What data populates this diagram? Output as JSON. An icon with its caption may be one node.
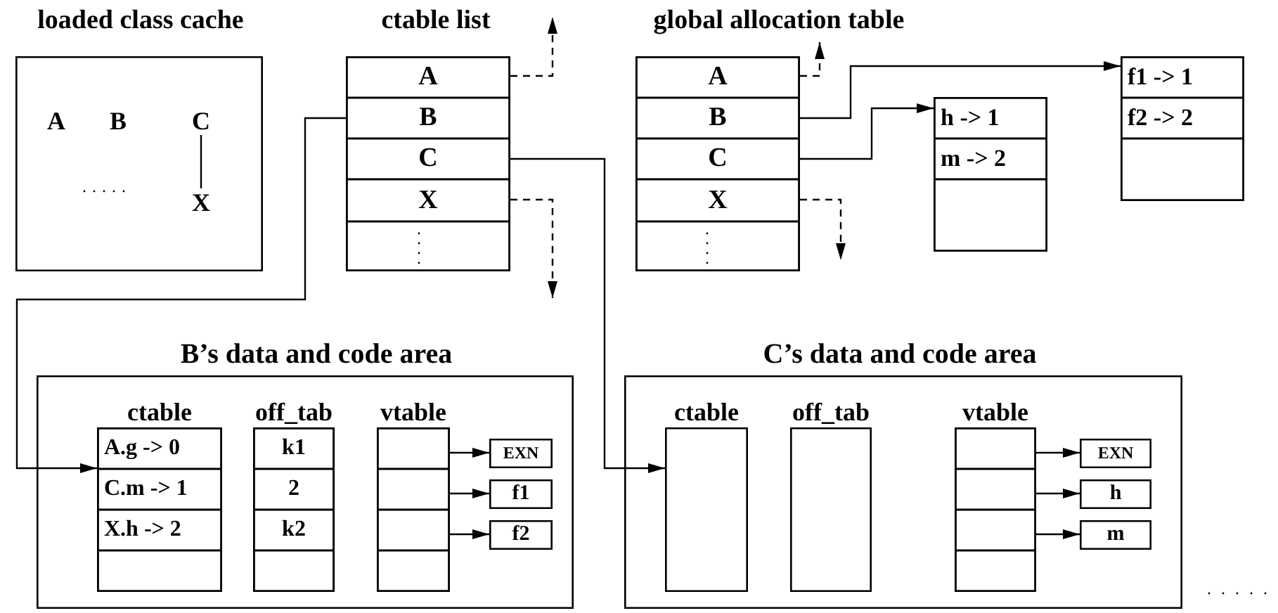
{
  "diagram": {
    "nodes": [
      {
        "text": [
          "loaded class cache"
        ]
      },
      {
        "text": [
          "A"
        ],
        "in": 0
      },
      {
        "text": [
          "B"
        ],
        "in": 0
      },
      {
        "text": [
          "C"
        ],
        "in": 0
      },
      {
        "text": [
          "X"
        ],
        "in": 0
      },
      {
        "text": [
          "ctable list"
        ]
      },
      {
        "text": [
          "A"
        ],
        "in": 5
      },
      {
        "text": [
          "B"
        ],
        "in": 5
      },
      {
        "text": [
          "C"
        ],
        "in": 5
      },
      {
        "text": [
          "X"
        ],
        "in": 5
      },
      {
        "text": [],
        "shape": "box",
        "in": 5
      },
      {
        "text": [
          "global allocation table"
        ]
      },
      {
        "text": [
          "A"
        ],
        "in": 11
      },
      {
        "text": [
          "B"
        ],
        "in": 11
      },
      {
        "text": [
          "C"
        ],
        "in": 11
      },
      {
        "text": [
          "X"
        ],
        "in": 11
      },
      {
        "text": [],
        "shape": "box",
        "in": 11
      },
      {
        "text": [],
        "shape": "box"
      },
      {
        "text": [
          "h -> 1"
        ],
        "in": 17
      },
      {
        "text": [
          "m -> 2"
        ],
        "in": 17
      },
      {
        "text": [],
        "shape": "box",
        "in": 17
      },
      {
        "text": [],
        "shape": "box"
      },
      {
        "text": [
          "f1 -> 1"
        ],
        "in": 21
      },
      {
        "text": [
          "f2 -> 2"
        ],
        "in": 21
      },
      {
        "text": [],
        "shape": "box",
        "in": 21
      },
      {
        "text": [
          "B’s data and code area"
        ]
      },
      {
        "text": [
          "ctable"
        ],
        "in": 25
      },
      {
        "text": [
          "A.g -> 0"
        ],
        "in": 26
      },
      {
        "text": [
          "C.m -> 1"
        ],
        "in": 26
      },
      {
        "text": [
          "X.h -> 2"
        ],
        "in": 26
      },
      {
        "text": [],
        "shape": "box",
        "in": 26
      },
      {
        "text": [
          "off_tab"
        ],
        "in": 25
      },
      {
        "text": [
          "k1"
        ],
        "in": 31
      },
      {
        "text": [
          "2"
        ],
        "in": 31
      },
      {
        "text": [
          "k2"
        ],
        "in": 31
      },
      {
        "text": [],
        "shape": "box",
        "in": 31
      },
      {
        "text": [
          "vtable"
        ],
        "in": 25
      },
      {
        "text": [],
        "shape": "box",
        "in": 36
      },
      {
        "text": [],
        "shape": "box",
        "in": 36
      },
      {
        "text": [],
        "shape": "box",
        "in": 36
      },
      {
        "text": [],
        "shape": "box",
        "in": 36
      },
      {
        "text": [
          "EXN"
        ],
        "in": 25
      },
      {
        "text": [
          "f1"
        ],
        "in": 25
      },
      {
        "text": [
          "f2"
        ],
        "in": 25
      },
      {
        "text": [
          "C’s data and code area"
        ]
      },
      {
        "text": [
          "ctable"
        ],
        "in": 44
      },
      {
        "text": [
          "off_tab"
        ],
        "in": 44
      },
      {
        "text": [
          "vtable"
        ],
        "in": 44
      },
      {
        "text": [],
        "shape": "box",
        "in": 47
      },
      {
        "text": [],
        "shape": "box",
        "in": 47
      },
      {
        "text": [],
        "shape": "box",
        "in": 47
      },
      {
        "text": [],
        "shape": "box",
        "in": 47
      },
      {
        "text": [
          "EXN"
        ],
        "in": 44
      },
      {
        "text": [
          "h"
        ],
        "in": 44
      },
      {
        "text": [
          "m"
        ],
        "in": 44
      }
    ],
    "edges": [
      {
        "from": 3,
        "to": 4,
        "arrow": "none"
      },
      {
        "from": 6,
        "to": null,
        "arrow": "to",
        "style": "dashed"
      },
      {
        "from": 7,
        "to": 26,
        "arrow": "to"
      },
      {
        "from": 8,
        "to": 45,
        "arrow": "to"
      },
      {
        "from": 9,
        "to": null,
        "arrow": "to",
        "style": "dashed"
      },
      {
        "from": 12,
        "to": null,
        "arrow": "to",
        "style": "dashed"
      },
      {
        "from": 13,
        "to": 21,
        "arrow": "to"
      },
      {
        "from": 14,
        "to": 17,
        "arrow": "to"
      },
      {
        "from": 15,
        "to": null,
        "arrow": "to",
        "style": "dashed"
      },
      {
        "from": 37,
        "to": 41,
        "arrow": "to"
      },
      {
        "from": 38,
        "to": 42,
        "arrow": "to"
      },
      {
        "from": 39,
        "to": 43,
        "arrow": "to"
      },
      {
        "from": 48,
        "to": 52,
        "arrow": "to"
      },
      {
        "from": 49,
        "to": 53,
        "arrow": "to"
      },
      {
        "from": 50,
        "to": 54,
        "arrow": "to"
      }
    ]
  }
}
